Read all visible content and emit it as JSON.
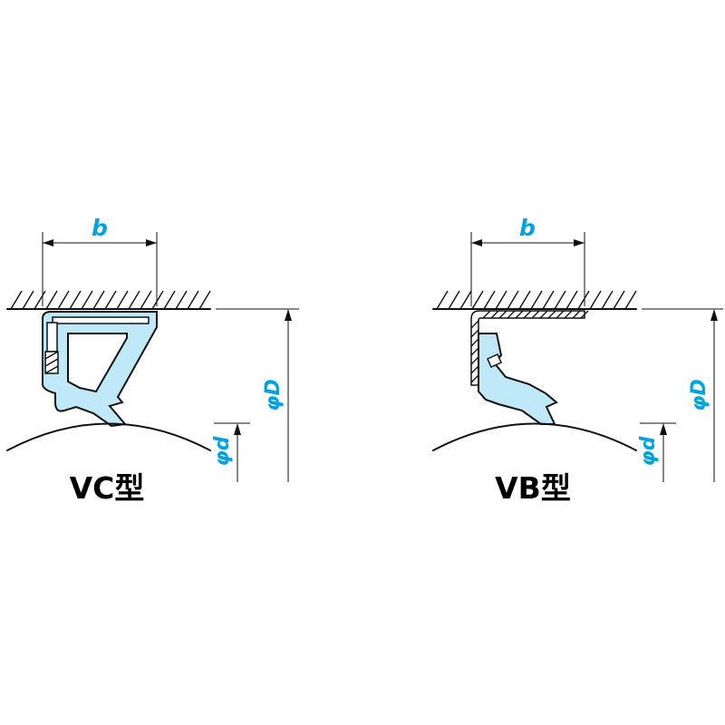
{
  "colors": {
    "accent": "#00a3e0",
    "seal_fill": "#bfe9f8",
    "line": "#111111"
  },
  "diagrams": [
    {
      "label": "VC型",
      "dims": {
        "width": "b",
        "outer_diameter": "φD",
        "shaft_diameter": "φd"
      }
    },
    {
      "label": "VB型",
      "dims": {
        "width": "b",
        "outer_diameter": "φD",
        "shaft_diameter": "φd"
      }
    }
  ]
}
